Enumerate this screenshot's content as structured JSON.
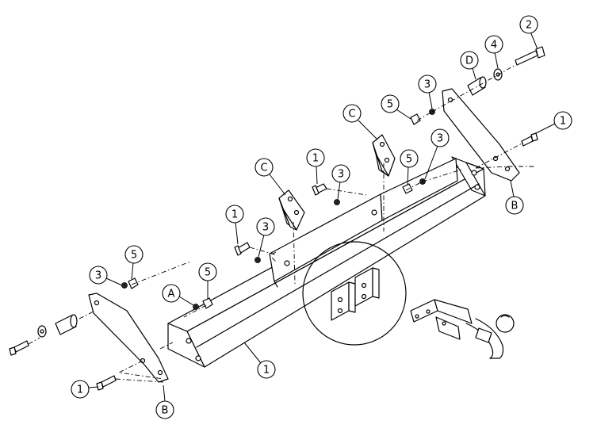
{
  "callouts": [
    {
      "id": "c1",
      "label": "2"
    },
    {
      "id": "c2",
      "label": "4"
    },
    {
      "id": "c3",
      "label": "D"
    },
    {
      "id": "c4",
      "label": "3"
    },
    {
      "id": "c5",
      "label": "5"
    },
    {
      "id": "c6",
      "label": "C"
    },
    {
      "id": "c7",
      "label": "1"
    },
    {
      "id": "c8",
      "label": "3"
    },
    {
      "id": "c9",
      "label": "5"
    },
    {
      "id": "c10",
      "label": "C"
    },
    {
      "id": "c11",
      "label": "1"
    },
    {
      "id": "c12",
      "label": "3"
    },
    {
      "id": "c13",
      "label": "1"
    },
    {
      "id": "c14",
      "label": "B"
    },
    {
      "id": "c15",
      "label": "1"
    },
    {
      "id": "c16",
      "label": "3"
    },
    {
      "id": "c17",
      "label": "5"
    },
    {
      "id": "c18",
      "label": "3"
    },
    {
      "id": "c19",
      "label": "5"
    },
    {
      "id": "c20",
      "label": "A"
    },
    {
      "id": "c21",
      "label": "1"
    },
    {
      "id": "c22",
      "label": "B"
    }
  ]
}
